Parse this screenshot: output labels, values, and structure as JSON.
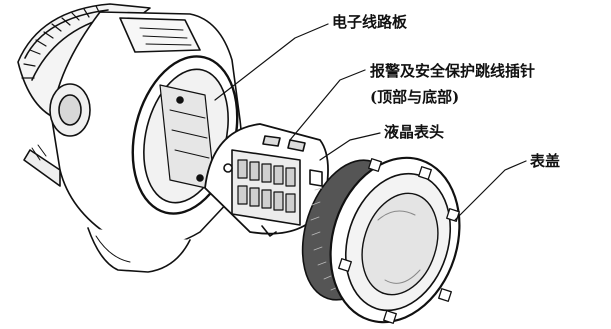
{
  "labels": {
    "circuit_board": "电子线路板",
    "alarm_jumper_line1": "报警及安全保护跳线插针",
    "alarm_jumper_line2": "(顶部与底部)",
    "lcd_meter": "液晶表头",
    "meter_cover": "表盖"
  }
}
